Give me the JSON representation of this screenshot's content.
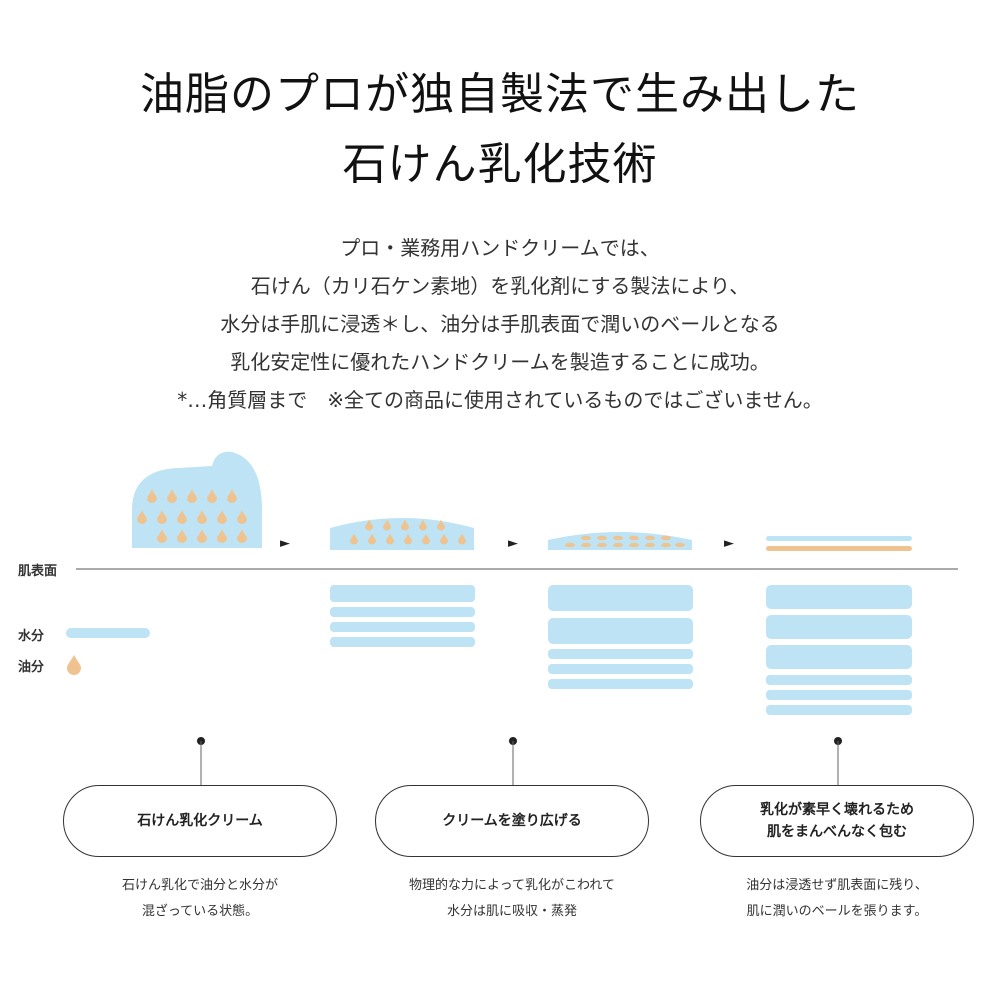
{
  "title": {
    "line1": "油脂のプロが独自製法で生み出した",
    "line2": "石けん乳化技術"
  },
  "description": {
    "lines": [
      "プロ・業務用ハンドクリームでは、",
      "石けん（カリ石ケン素地）を乳化剤にする製法により、",
      "水分は手肌に浸透＊し、油分は手肌表面で潤いのベールとなる",
      "乳化安定性に優れたハンドクリームを製造することに成功。",
      "*…角質層まで　※全ての商品に使用されているものではございません。"
    ]
  },
  "diagram": {
    "skin_label": "肌表面",
    "legend": {
      "water_label": "水分",
      "oil_label": "油分"
    },
    "arrow_glyph": "►",
    "colors": {
      "water": "#bde3f5",
      "oil": "#efc38f",
      "skin_line": "#777777"
    },
    "stages": [
      {
        "pill_label": "石けん乳化クリーム",
        "caption": "石けん乳化で油分と水分が\n混ざっている状態。"
      },
      {
        "pill_label": "クリームを塗り広げる",
        "caption": "物理的な力によって乳化がこわれて\n水分は肌に吸収・蒸発"
      },
      {
        "pill_label": "乳化が素早く壊れるため\n肌をまんべんなく包む",
        "caption": "油分は浸透せず肌表面に残り、\n肌に潤いのベールを張ります。"
      }
    ]
  }
}
